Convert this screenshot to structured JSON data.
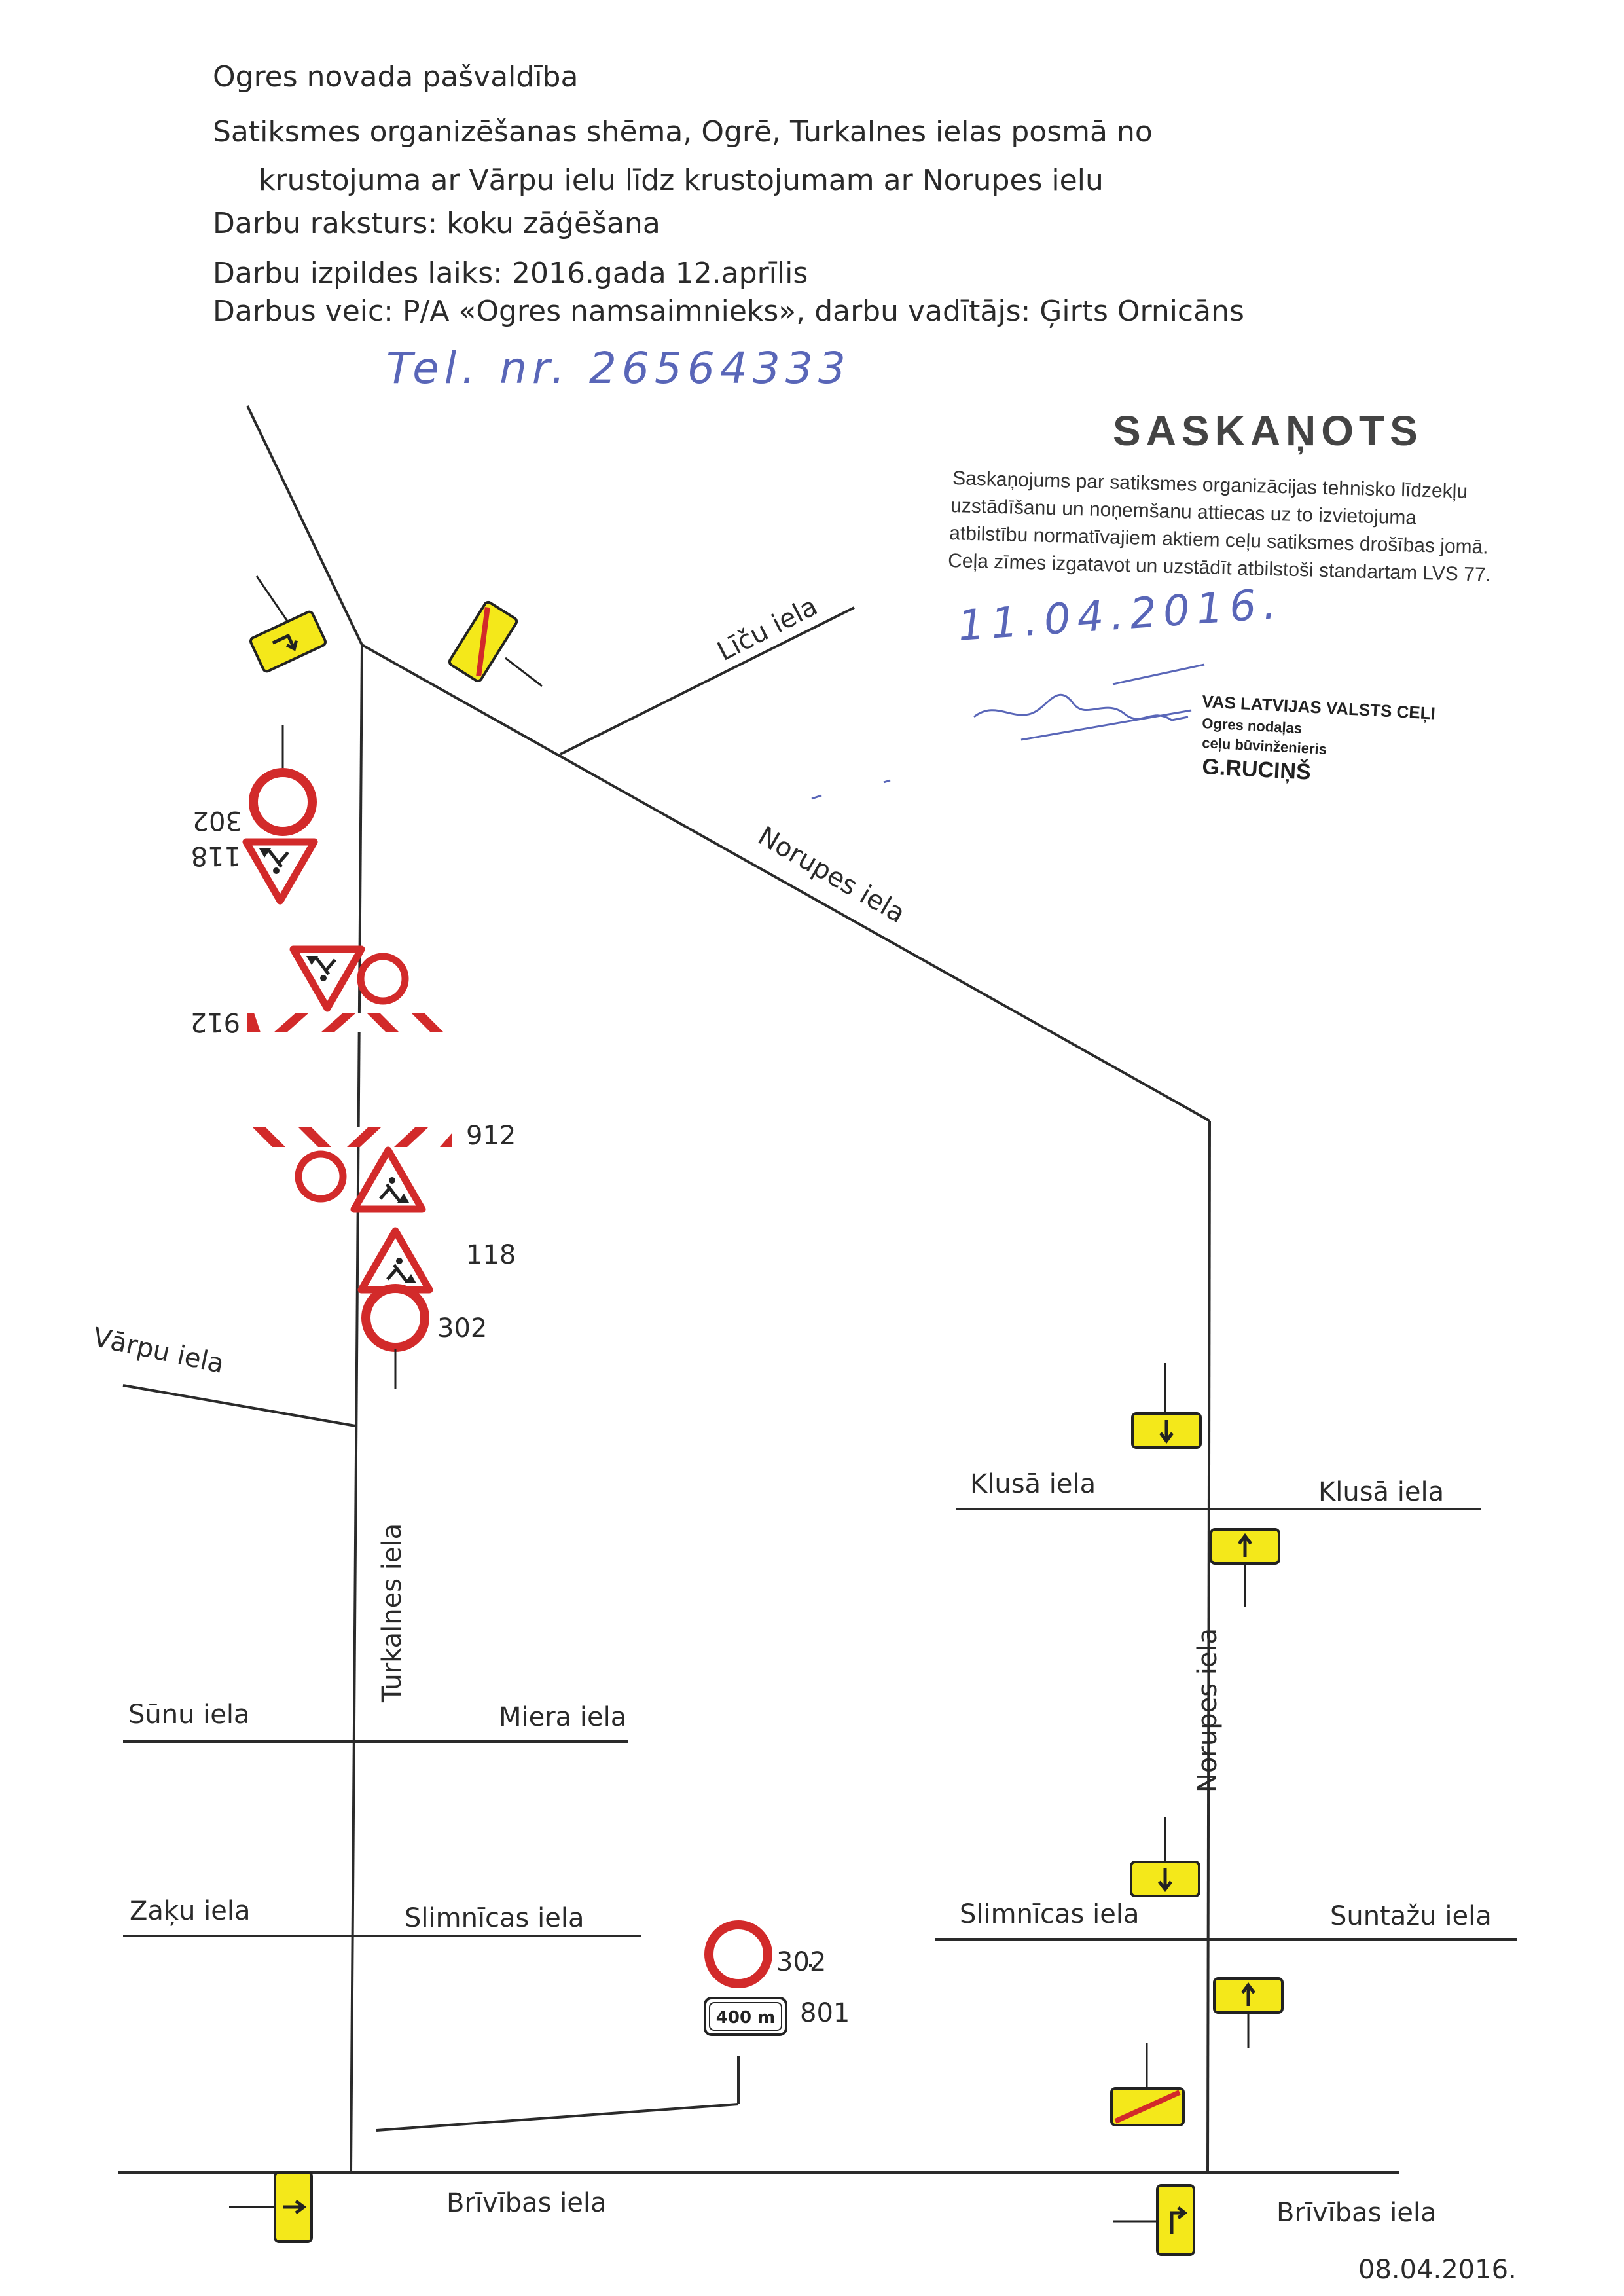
{
  "header": {
    "line1": "Ogres novada pašvaldība",
    "line2": "Satiksmes organizēšanas shēma, Ogrē, Turkalnes ielas posmā no",
    "line3": "krustojuma ar Vārpu ielu līdz krustojumam ar Norupes ielu",
    "line4": "Darbu raksturs: koku zāģēšana",
    "line5": "Darbu izpildes laiks: 2016.gada 12.aprīlis",
    "line6": "Darbus veic: P/A «Ogres namsaimnieks», darbu vadītājs: Ģirts Ornicāns",
    "handwritten_phone": "Tel. nr. 26564333"
  },
  "stamp": {
    "title": "SASKAŅOTS",
    "text_lines": [
      "Saskaņojums par satiksmes organizācijas tehnisko līdzekļu",
      "uzstādīšanu un noņemšanu attiecas uz to izvietojuma",
      "atbilstību normatīvajiem aktiem ceļu satiksmes drošības jomā.",
      "Ceļa zīmes izgatavot un uzstādīt atbilstoši standartam LVS 77."
    ],
    "handwritten_date": "11.04.2016.",
    "org_line1": "VAS LATVIJAS VALSTS CEĻI",
    "org_line2": "Ogres nodaļas",
    "org_line3": "ceļu būvinženieris",
    "org_line4": "G.RUCIŅŠ"
  },
  "streets": {
    "licu": "Līču iela",
    "norupes_diag": "Norupes iela",
    "varpu": "Vārpu iela",
    "turkalnes": "Turkalnes iela",
    "kluse_left": "Klusā iela",
    "kluse_right": "Klusā iela",
    "norupes_vert": "Norupes iela",
    "sunu": "Sūnu iela",
    "miera": "Miera iela",
    "zaku": "Zaķu iela",
    "slimnicas_left": "Slimnīcas iela",
    "slimnicas_right": "Slimnīcas iela",
    "suntazu": "Suntažu iela",
    "brivibas_left": "Brīvības iela",
    "brivibas_right": "Brīvības iela"
  },
  "sign_numbers": {
    "n302_top": "302",
    "n118_top": "118",
    "n912_top": "912",
    "n912_bottom": "912",
    "n118_bottom": "118",
    "n302_bottom": "302",
    "n302_lower": "302",
    "n801": "801",
    "plate_400m": "400 m"
  },
  "footer_date": "08.04.2016.",
  "colors": {
    "sign_red": "#d22a2a",
    "sign_yellow": "#f4e81a",
    "road_line": "#2a2a2a",
    "handwriting_blue": "#5966b8"
  }
}
